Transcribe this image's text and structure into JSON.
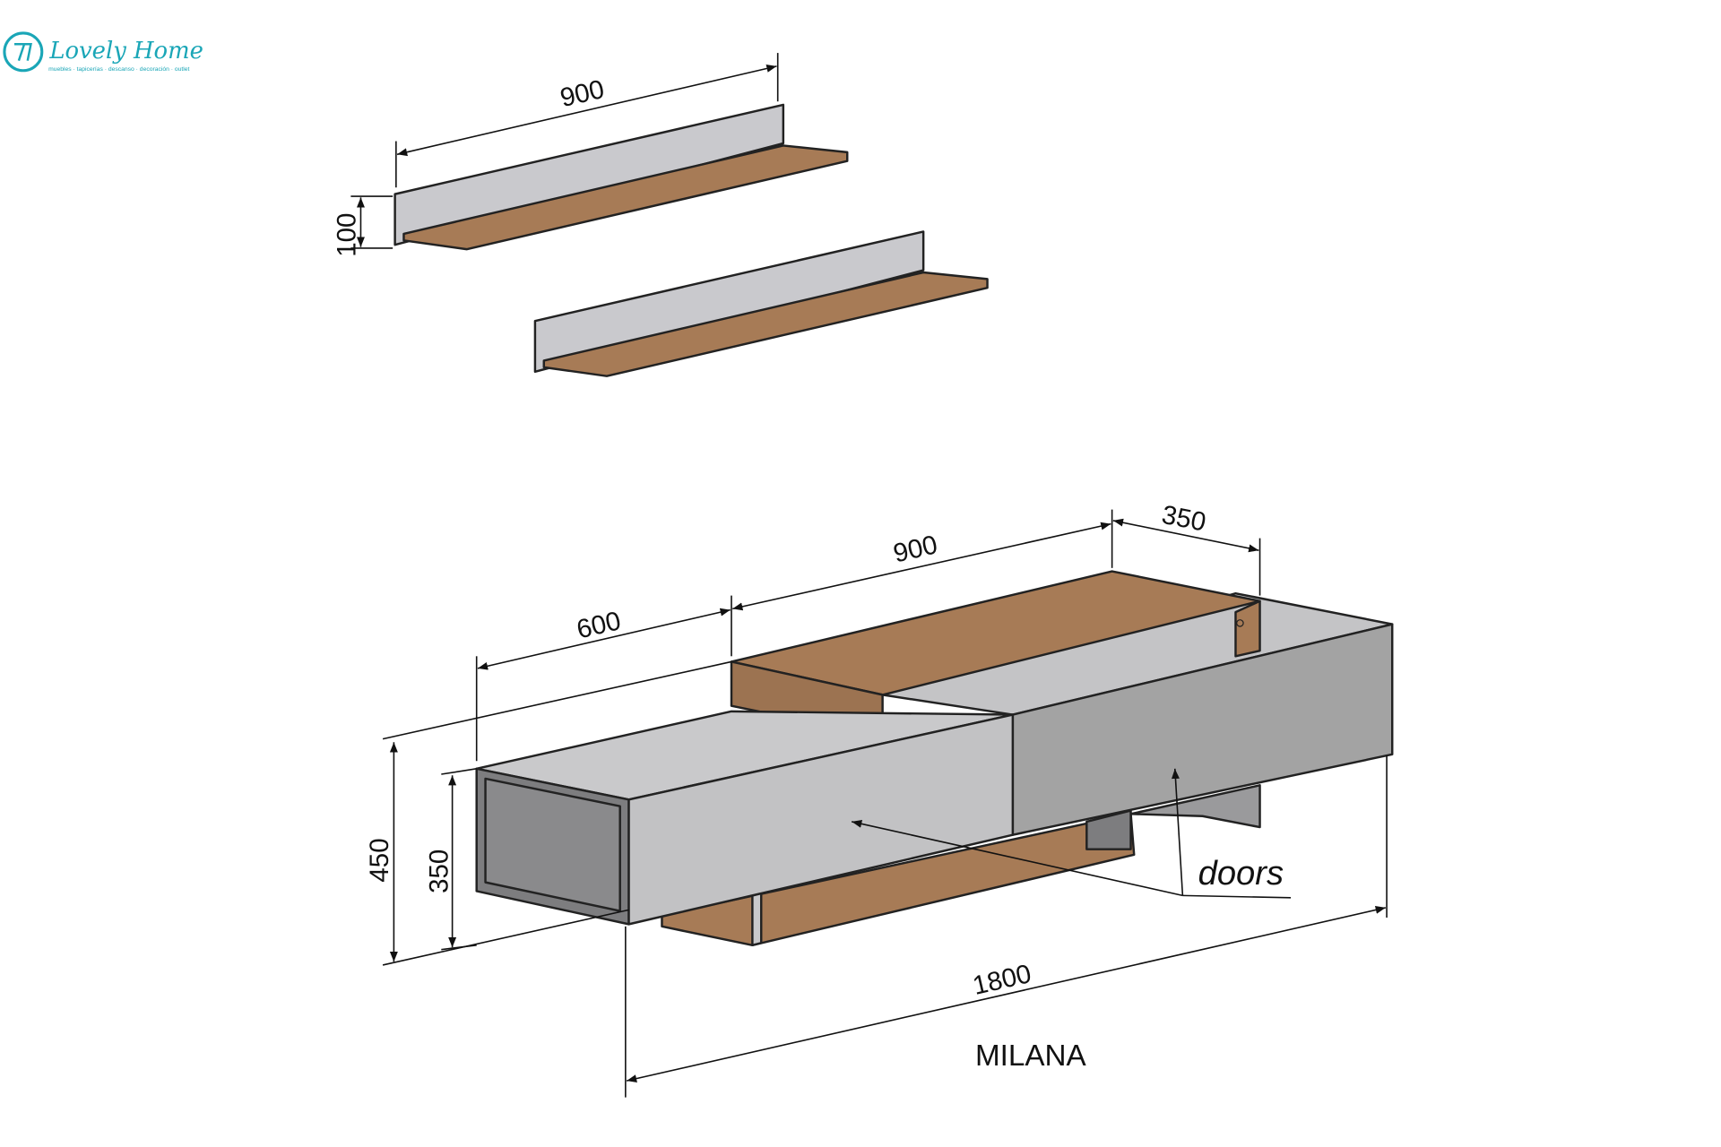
{
  "logo": {
    "brand": "Lovely Home",
    "tagline": "muebles · tapicerías · descanso · decoración · outlet",
    "color": "#1aa6b7"
  },
  "shelves": {
    "width_label": "900",
    "height_label": "100"
  },
  "unit": {
    "dim_600": "600",
    "dim_900": "900",
    "dim_350_depth": "350",
    "dim_450": "450",
    "dim_350_height": "350",
    "dim_1800": "1800",
    "doors_label": "doors",
    "product_name": "MILANA"
  },
  "colors": {
    "wood": "#a77b56",
    "light_gray": "#c9c9cb",
    "mid_gray": "#a3a3a3",
    "dark_gray": "#7d7d7f"
  }
}
